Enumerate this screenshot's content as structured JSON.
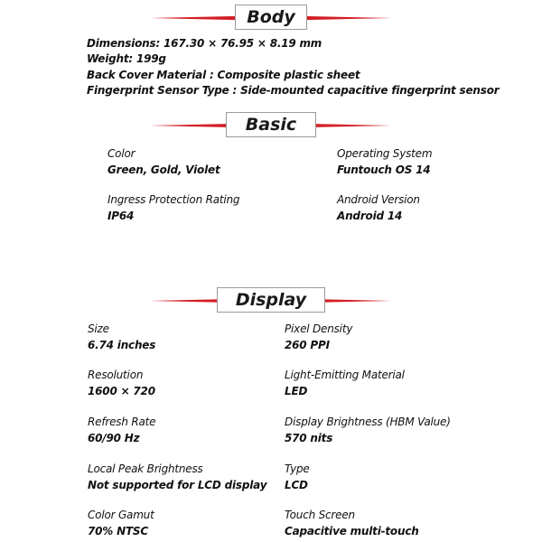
{
  "body_section": {
    "title": "Body",
    "lines": [
      "Dimensions: 167.30 × 76.95 × 8.19 mm",
      "Weight: 199g",
      "Back Cover Material : Composite plastic sheet",
      "Fingerprint Sensor Type : Side-mounted capacitive fingerprint sensor"
    ]
  },
  "basic_section": {
    "title": "Basic",
    "specs": [
      {
        "label": "Color",
        "value": "Green, Gold, Violet"
      },
      {
        "label": "Operating System",
        "value": "Funtouch OS 14"
      },
      {
        "label": "Ingress Protection Rating",
        "value": "IP64"
      },
      {
        "label": "Android Version",
        "value": "Android 14"
      }
    ]
  },
  "display_section": {
    "title": "Display",
    "specs": [
      {
        "label": "Size",
        "value": "6.74 inches"
      },
      {
        "label": "Pixel Density",
        "value": "260 PPI"
      },
      {
        "label": "Resolution",
        "value": "1600 × 720"
      },
      {
        "label": "Light-Emitting Material",
        "value": "LED"
      },
      {
        "label": "Refresh Rate",
        "value": "60/90 Hz"
      },
      {
        "label": "Display Brightness (HBM Value)",
        "value": "570 nits"
      },
      {
        "label": "Local Peak Brightness",
        "value": "Not supported for LCD display"
      },
      {
        "label": "Type",
        "value": "LCD"
      },
      {
        "label": "Color Gamut",
        "value": "70% NTSC"
      },
      {
        "label": "Touch Screen",
        "value": "Capacitive multi-touch"
      }
    ]
  },
  "colors": {
    "accent": "#d41f26",
    "text": "#111111"
  }
}
